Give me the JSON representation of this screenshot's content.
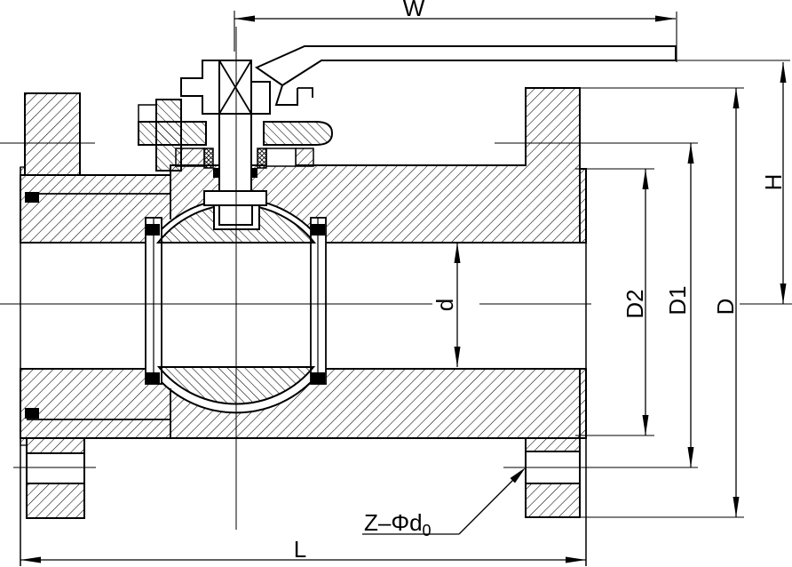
{
  "drawing": {
    "kind": "ball-valve-cross-section",
    "labels": {
      "W": "W",
      "H": "H",
      "D": "D",
      "D1": "D1",
      "D2": "D2",
      "d": "d",
      "L": "L",
      "bolt_callout": "Z–Φd",
      "bolt_callout_sub": "0"
    },
    "colors": {
      "ink": "#000000",
      "paper": "#ffffff"
    }
  }
}
